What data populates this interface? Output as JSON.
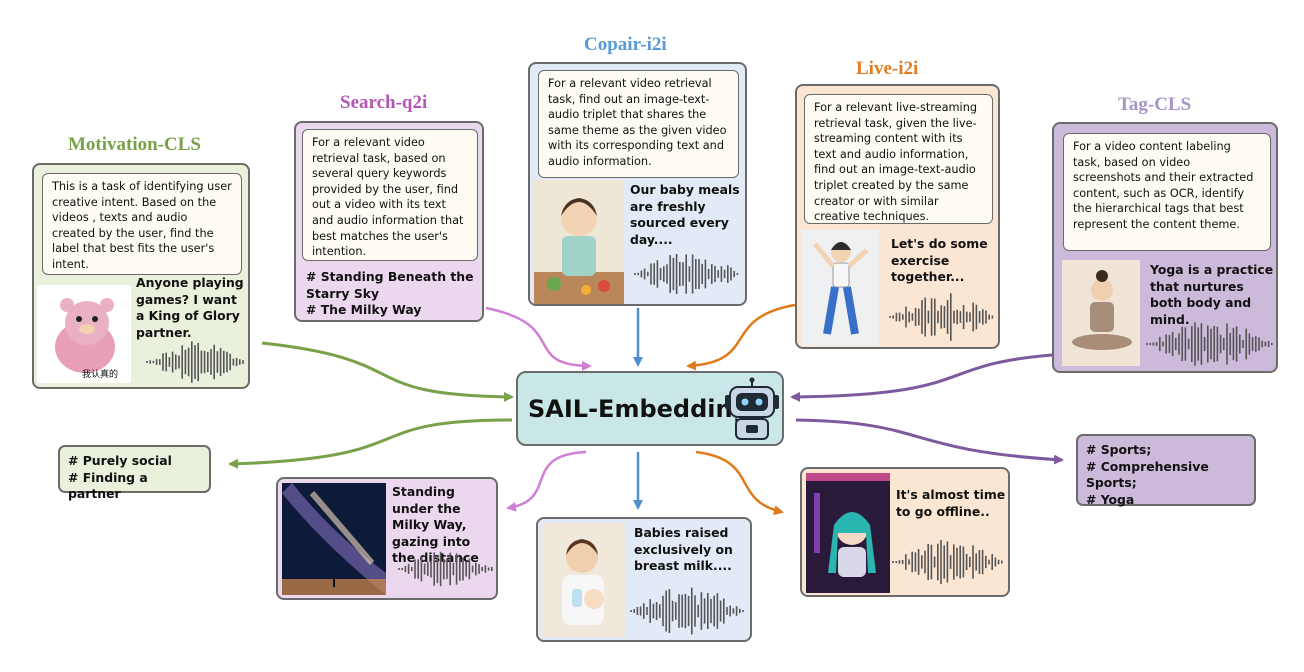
{
  "center": {
    "label": "SAIL-Embedding"
  },
  "colors": {
    "motivation": "#79a14a",
    "search": "#b356b5",
    "copair": "#5a9ad6",
    "live": "#e37b22",
    "tag": "#a694c4",
    "center_fill": "#c9e7e7"
  },
  "icons": [
    "robot-icon",
    "waveform-icon"
  ],
  "tasks": {
    "motivation": {
      "title": "Motivation-CLS",
      "prompt": "This is a task of identifying user creative intent. Based on the videos , texts and audio created by the user, find the label that best fits the user's intent.",
      "caption": "Anyone playing games? I want a King of Glory partner.",
      "image_text": [
        "我认真的"
      ],
      "output": [
        "# Purely social",
        "# Finding a partner"
      ]
    },
    "search": {
      "title": "Search-q2i",
      "prompt": "For a relevant video retrieval task, based on several query keywords provided by the user, find out a video with its text and audio information that best matches the user's intention.",
      "query": [
        "# Standing Beneath the Starry Sky",
        "# The Milky Way"
      ],
      "output_caption": "Standing under the Milky Way, gazing into the distance"
    },
    "copair": {
      "title": "Copair-i2i",
      "prompt": "For a relevant video retrieval task, find out an image-text-audio triplet that shares the same theme as the given video with its corresponding text and audio information.",
      "caption": "Our baby meals are freshly sourced every day....",
      "output_caption": "Babies raised exclusively on breast milk...."
    },
    "live": {
      "title": "Live-i2i",
      "prompt": "For a relevant live-streaming retrieval task, given the live-streaming content with its text and audio information, find out an image-text-audio triplet created by the same creator or with similar creative techniques.",
      "caption": "Let's do some exercise together...",
      "output_caption": "It's almost time to go offline.."
    },
    "tag": {
      "title": "Tag-CLS",
      "prompt": "For a video content labeling task, based on video screenshots and their extracted content, such as OCR, identify the hierarchical tags that best represent the content theme.",
      "caption": "Yoga is a practice that nurtures both body and mind.",
      "output": [
        "# Sports;",
        "# Comprehensive Sports;",
        "# Yoga"
      ]
    }
  }
}
